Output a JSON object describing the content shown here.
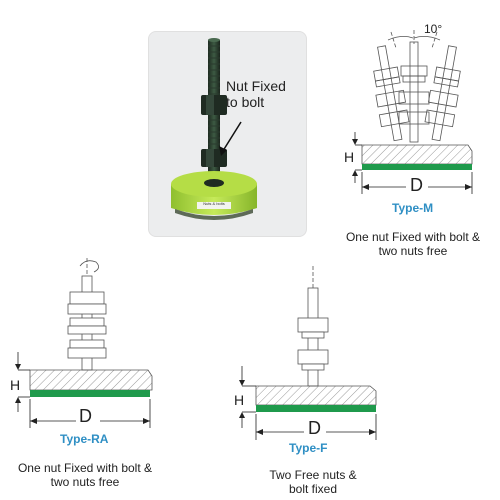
{
  "photo": {
    "callout_line1": "Nut Fixed",
    "callout_line2": "to bolt",
    "brand": "Nuts & bolts"
  },
  "type_m": {
    "angle_label": "10°",
    "h_label": "H",
    "d_label": "D",
    "name": "Type-M",
    "desc_line1": "One nut Fixed with bolt &",
    "desc_line2": "two nuts free"
  },
  "type_ra": {
    "h_label": "H",
    "d_label": "D",
    "name": "Type-RA",
    "desc_line1": "One nut Fixed with bolt &",
    "desc_line2": "two nuts free"
  },
  "type_f": {
    "h_label": "H",
    "d_label": "D",
    "name": "Type-F",
    "desc_line1": "Two Free nuts &",
    "desc_line2": "bolt fixed"
  },
  "colors": {
    "green_pad": "#1f9a4c",
    "lime_base": "#a7d43b",
    "type_label": "#2f8fc4"
  }
}
